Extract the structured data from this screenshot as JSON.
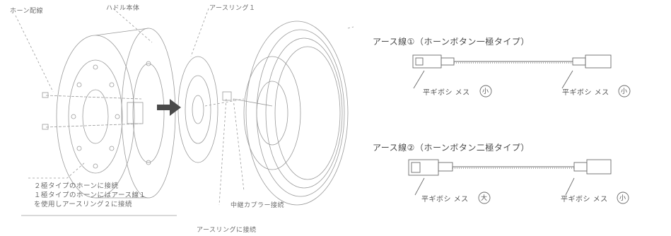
{
  "labels": {
    "horn_wiring": "ホーン配線",
    "handle_body": "ハドル本体",
    "earth_ring_1": "アースリング１",
    "coupler_connect": "中継カプラー接続",
    "earth_ring_connect": "アースリングに接続"
  },
  "note_lines": [
    "２極タイプのホーンに接続",
    "１極タイプのホーンにはアース線１",
    "を使用しアースリング２に接続"
  ],
  "cable1": {
    "title": "アース線①（ホーンボタン一極タイプ）",
    "left_label": "平ギボシ メス",
    "left_size": "小",
    "right_label": "平ギボシ メス",
    "right_size": "小"
  },
  "cable2": {
    "title": "アース線②（ホーンボタン二極タイプ）",
    "left_label": "平ギボシ メス",
    "left_size": "大",
    "right_label": "平ギボシ メス",
    "right_size": "小"
  }
}
